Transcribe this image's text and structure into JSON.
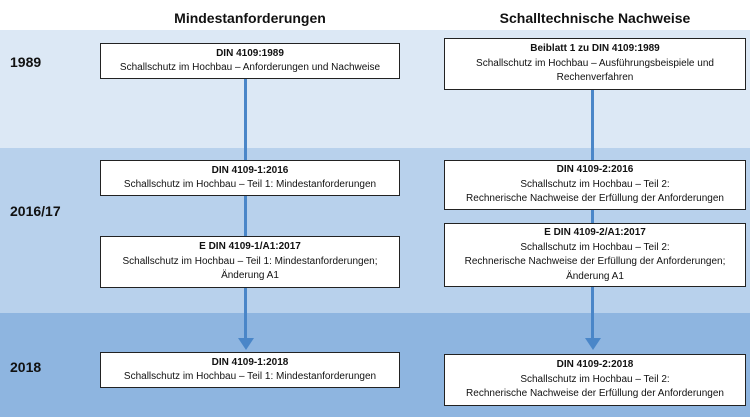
{
  "columns": {
    "left_title": "Mindestanforderungen",
    "right_title": "Schalltechnische Nachweise"
  },
  "years": {
    "y1989": "1989",
    "y2016": "2016/17",
    "y2018": "2018"
  },
  "boxes": {
    "din4109_1989": {
      "title": "DIN 4109:1989",
      "lines": [
        "Schallschutz im Hochbau – Anforderungen und Nachweise"
      ]
    },
    "bbl1_1989": {
      "title": "Beiblatt 1 zu DIN 4109:1989",
      "lines": [
        "Schallschutz im Hochbau – Ausführungsbeispiele und",
        "Rechenverfahren"
      ]
    },
    "din4109_1_2016": {
      "title": "DIN 4109-1:2016",
      "lines": [
        "Schallschutz im Hochbau – Teil 1: Mindestanforderungen"
      ]
    },
    "din4109_2_2016": {
      "title": "DIN 4109-2:2016",
      "lines": [
        "Schallschutz im Hochbau – Teil 2:",
        "Rechnerische Nachweise der Erfüllung der Anforderungen"
      ]
    },
    "e_din4109_1_a1_2017": {
      "title": "E DIN 4109-1/A1:2017",
      "lines": [
        "Schallschutz im Hochbau – Teil 1: Mindestanforderungen;",
        "Änderung A1"
      ]
    },
    "e_din4109_2_a1_2017": {
      "title": "E DIN 4109-2/A1:2017",
      "lines": [
        "Schallschutz im Hochbau – Teil 2:",
        "Rechnerische Nachweise der Erfüllung der Anforderungen;",
        "Änderung A1"
      ]
    },
    "din4109_1_2018": {
      "title": "DIN 4109-1:2018",
      "lines": [
        "Schallschutz im Hochbau – Teil 1: Mindestanforderungen"
      ]
    },
    "din4109_2_2018": {
      "title": "DIN 4109-2:2018",
      "lines": [
        "Schallschutz im Hochbau – Teil 2:",
        "Rechnerische Nachweise der Erfüllung der Anforderungen"
      ]
    }
  },
  "colors": {
    "band_1989": "#dce8f5",
    "band_2016": "#b8d1ec",
    "band_2018": "#8eb5e0",
    "arrow": "#4a86c8"
  }
}
